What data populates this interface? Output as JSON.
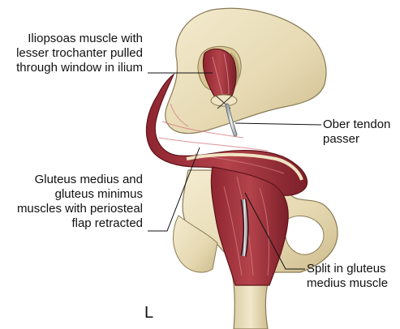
{
  "labels": {
    "iliopsoas": [
      "Iliopsoas muscle with",
      "lesser trochanter pulled",
      "through window in ilium"
    ],
    "gluteus": [
      "Gluteus medius and",
      "gluteus minimus",
      "muscles with periosteal",
      "flap retracted"
    ],
    "ober": [
      "Ober tendon",
      "passer"
    ],
    "split": [
      "Split in gluteus",
      "medius muscle"
    ],
    "side_marker": "L"
  },
  "colors": {
    "bone": "#ece1bf",
    "bone_shadow": "#c9b98c",
    "bone_outline": "#8a7b55",
    "muscle": "#a2323c",
    "muscle_dark": "#6e1a22",
    "muscle_light": "#cf6a6e",
    "instrument": "#cfd3d6",
    "leader": "#111111"
  }
}
